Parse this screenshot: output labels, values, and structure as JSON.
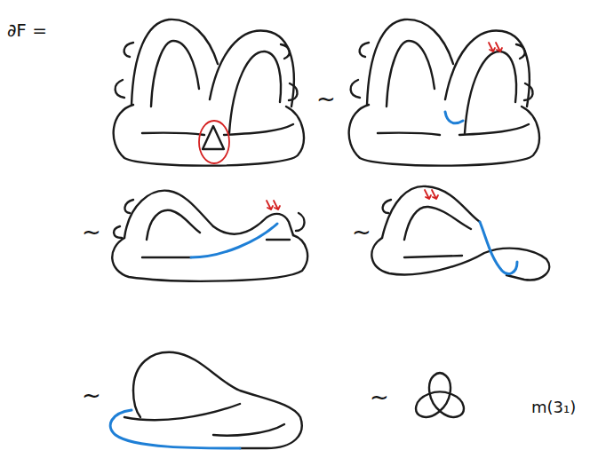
{
  "diagram": {
    "labels": [
      "∂F =",
      "~",
      "~",
      "~",
      "~",
      "~",
      "m(3₁)"
    ]
  }
}
